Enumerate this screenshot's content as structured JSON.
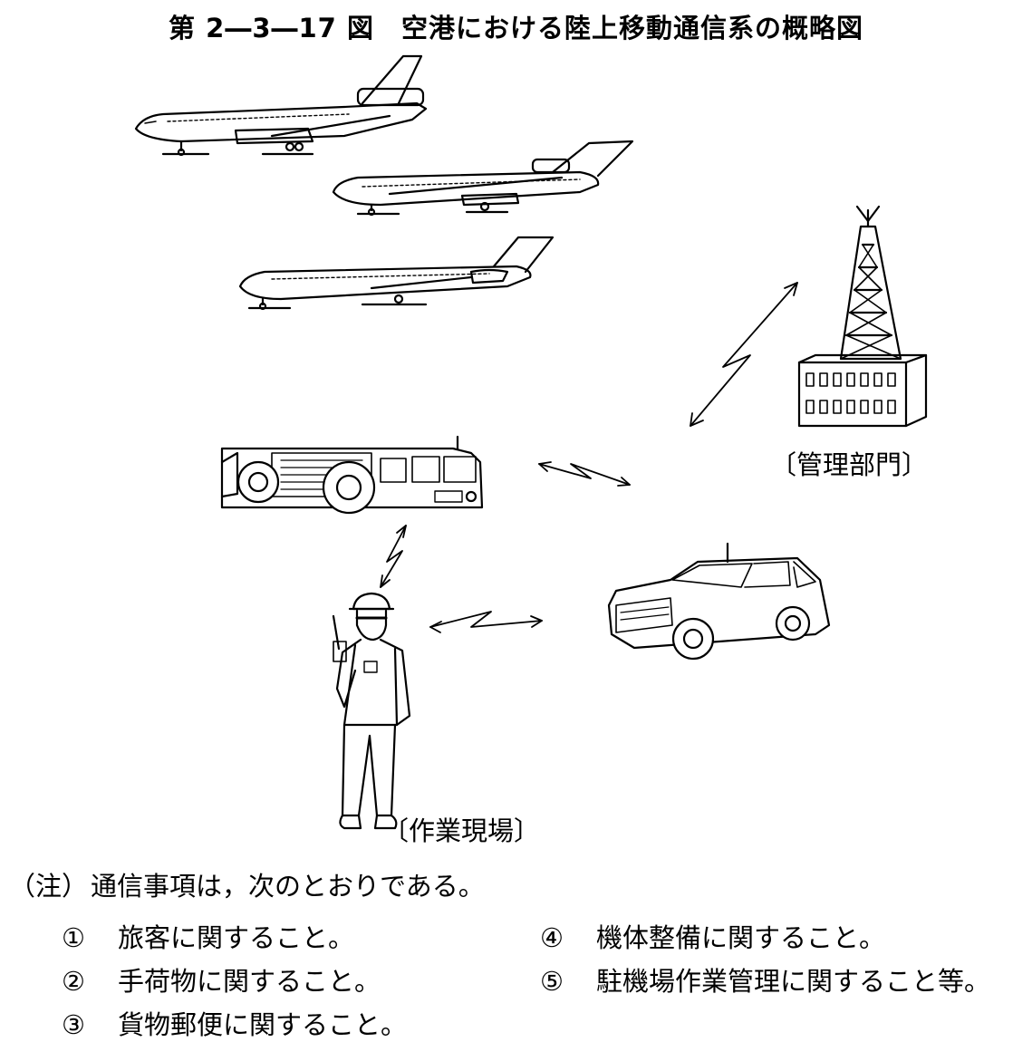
{
  "title": "第 2―3―17 図　空港における陸上移動通信系の概略図",
  "labels": {
    "management": "〔管理部門〕",
    "worksite": "〔作業現場〕"
  },
  "note": {
    "prefix": "（注）",
    "text": "通信事項は，次のとおりである。",
    "items": [
      {
        "num": "①",
        "text": "旅客に関すること。"
      },
      {
        "num": "②",
        "text": "手荷物に関すること。"
      },
      {
        "num": "③",
        "text": "貨物郵便に関すること。"
      },
      {
        "num": "④",
        "text": "機体整備に関すること。"
      },
      {
        "num": "⑤",
        "text": "駐機場作業管理に関すること等。"
      }
    ]
  },
  "icons": [
    "airplane-icon",
    "radio-tower-building-icon",
    "towing-tractor-icon",
    "car-icon",
    "worker-icon",
    "radio-link-arrow-icon"
  ]
}
